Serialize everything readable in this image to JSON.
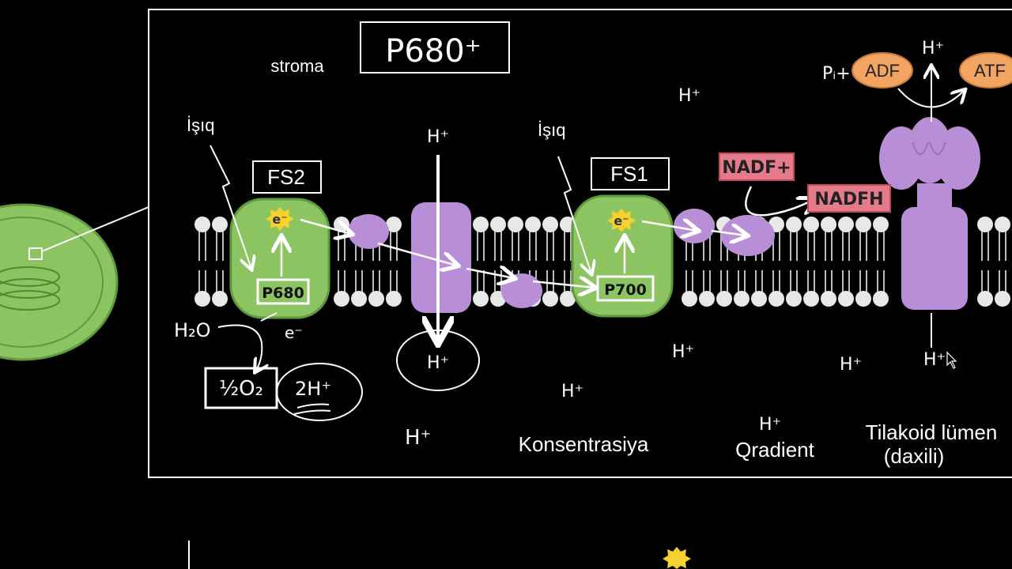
{
  "labels": {
    "stroma": "stroma",
    "p680_plus": "P680⁺",
    "light_1": "İşıq",
    "light_2": "İşıq",
    "fs2": "FS2",
    "fs1": "FS1",
    "p680": "P680",
    "p700": "P700",
    "electron": "e⁻",
    "h2o": "H₂O",
    "half_o2": "½O₂",
    "two_h": "2H⁺",
    "nadf_plus": "NADF+",
    "nadfh": "NADFH",
    "pi": "Pᵢ+",
    "adf": "ADF",
    "atf": "ATF",
    "h_plus": "H⁺",
    "konsentrasiya": "Konsentrasiya",
    "qradient": "Qradient",
    "tilakoid_lumen": "Tilakoid lümen",
    "daxili": "(daxili)"
  },
  "colors": {
    "background": "#000000",
    "frame": "#ffffff",
    "photosystem_green": "#8bc460",
    "photosystem_border": "#5e9a40",
    "protein_purple": "#b88fd6",
    "lipid_head": "#e8e8e8",
    "nadf_box": "#e57a8a",
    "adf_atf_orange": "#f2a462",
    "electron_yellow": "#f7d12e",
    "chloroplast_green": "#8bc460"
  }
}
